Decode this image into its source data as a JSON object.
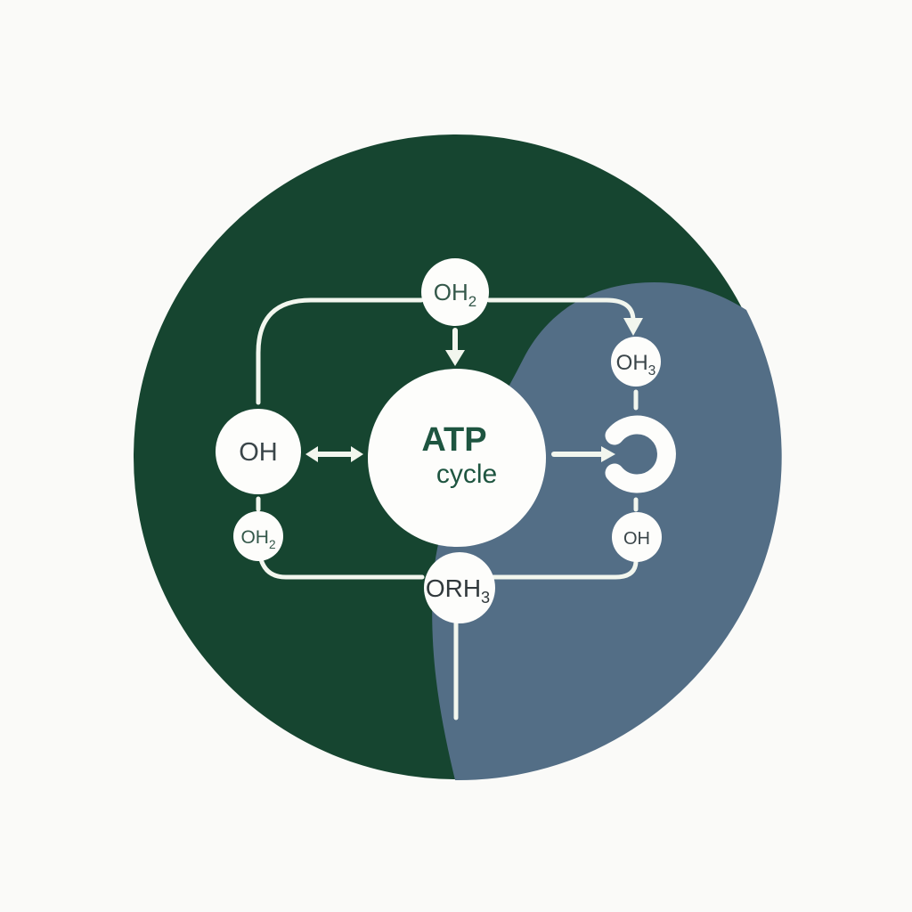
{
  "diagram": {
    "title": "ATP cycle",
    "center": {
      "line1": "ATP",
      "line2": "cycle"
    },
    "nodes": {
      "top": {
        "base": "OH",
        "sub": "2"
      },
      "left": {
        "base": "OH",
        "sub": ""
      },
      "left_small": {
        "base": "OH",
        "sub": "2"
      },
      "right_top": {
        "base": "OH",
        "sub": "3"
      },
      "bottom": {
        "base": "ORH",
        "sub": "3"
      },
      "right_small": {
        "base": "OH",
        "sub": ""
      }
    },
    "icons": {
      "right_process": "open-ring-icon",
      "arrows": [
        "arrow-down-icon",
        "double-headed-arrow-icon",
        "arrow-right-icon"
      ]
    }
  },
  "palette": {
    "background": "#fafaf8",
    "green": "#164530",
    "blue": "#536e86",
    "line": "#f2f6ee",
    "node_fill": "#fdfdfb",
    "text_green": "#34584a",
    "text_slate": "#3a4549",
    "text_dark": "#31393c",
    "center_text": "#1e5540"
  }
}
